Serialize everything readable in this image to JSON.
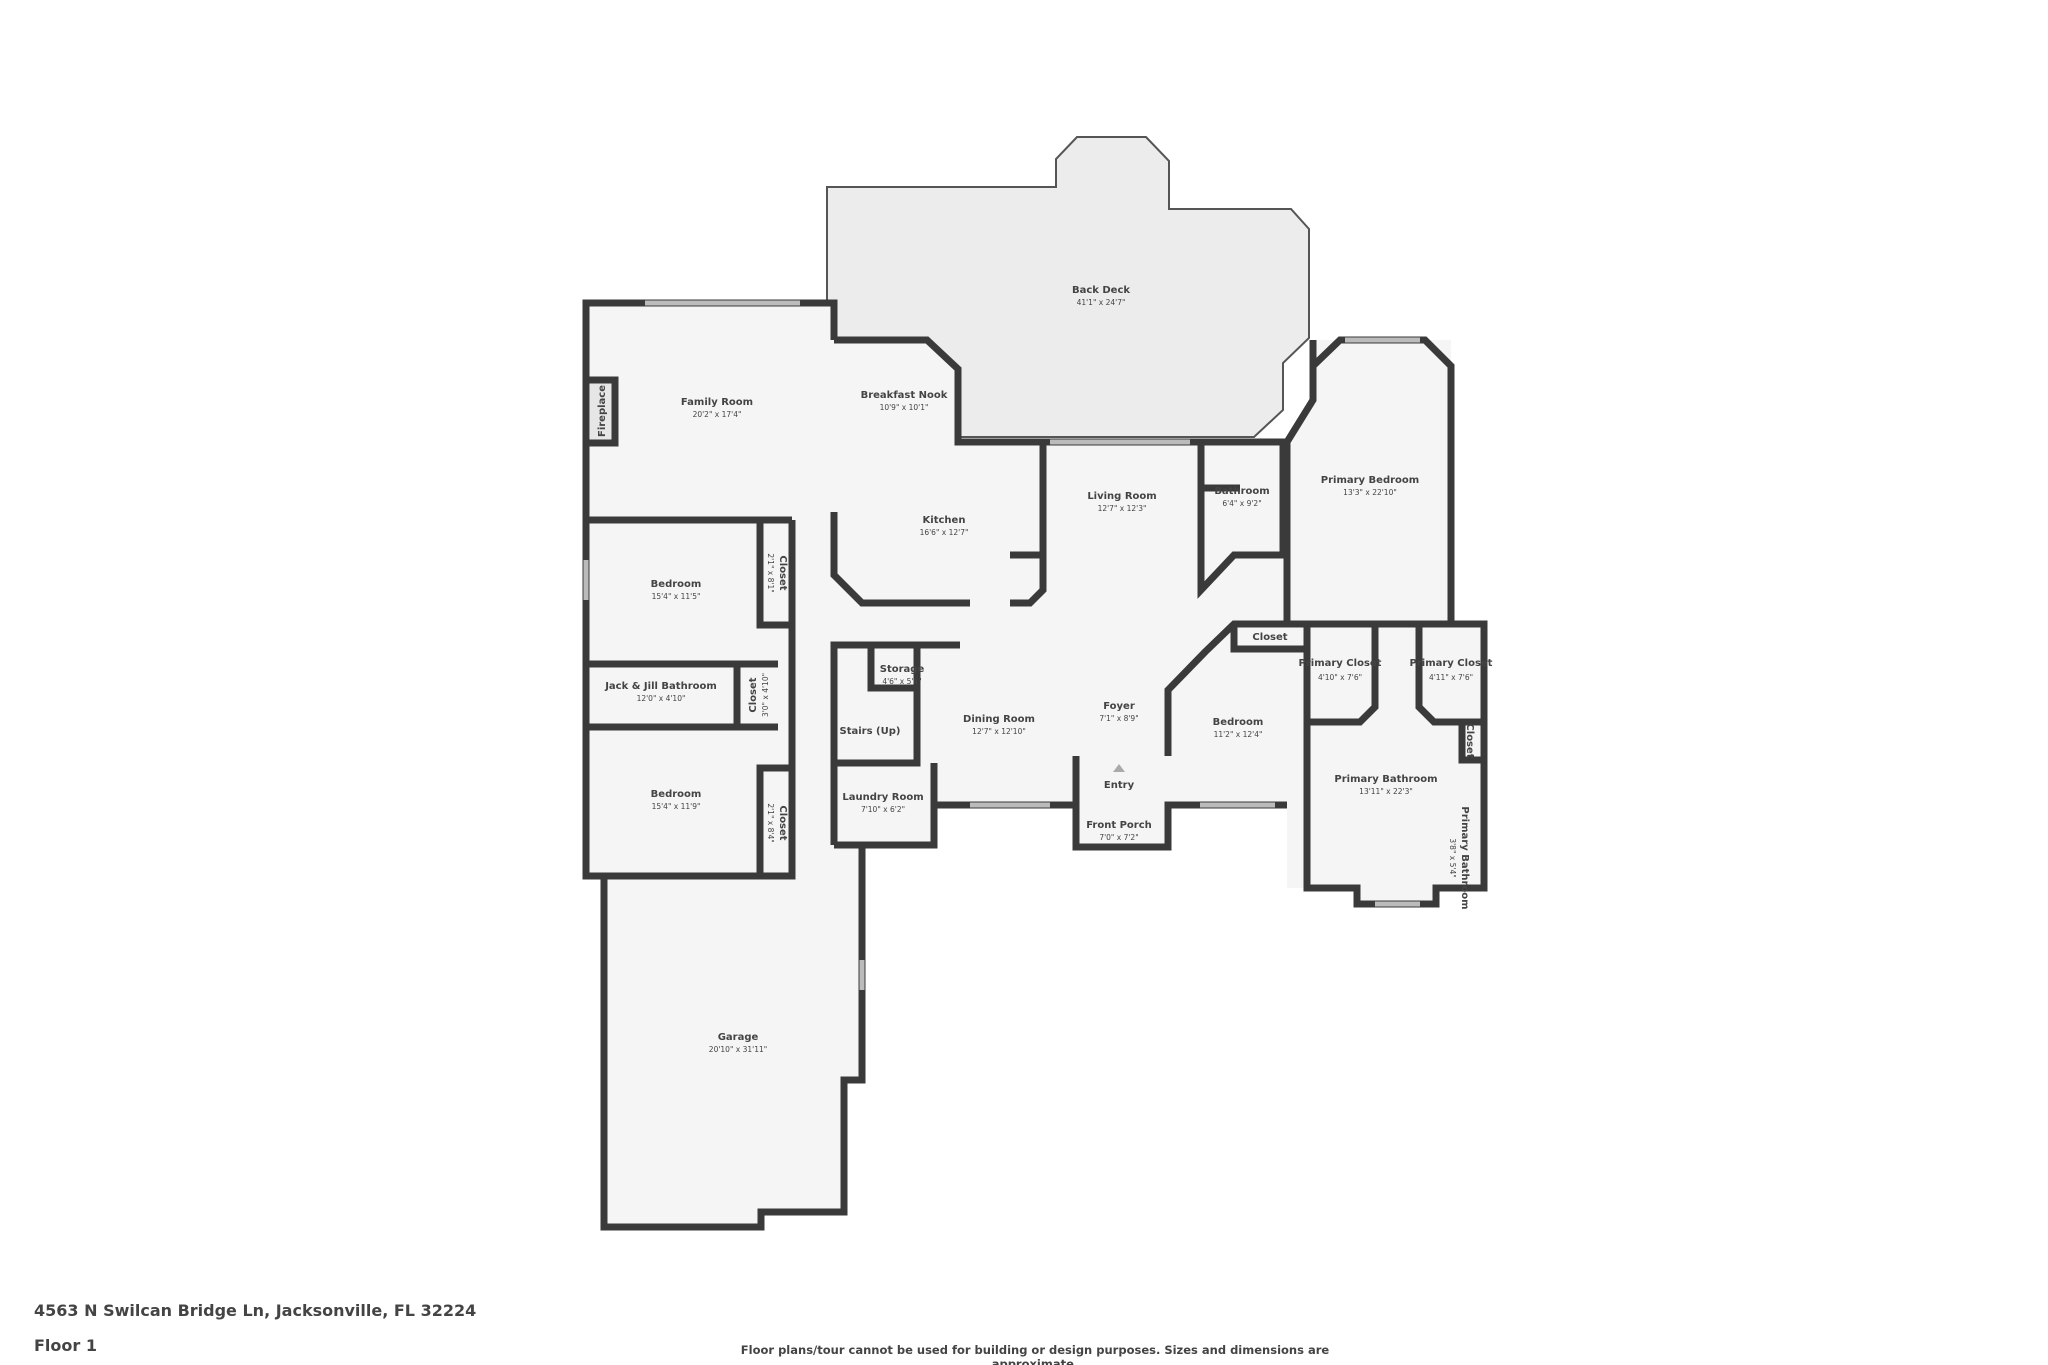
{
  "rooms": [
    {
      "name": "Back Deck",
      "dims": "41'1\" x 24'7\""
    },
    {
      "name": "Family Room",
      "dims": "20'2\" x 17'4\""
    },
    {
      "name": "Breakfast Nook",
      "dims": "10'9\" x 10'1\""
    },
    {
      "name": "Kitchen",
      "dims": "16'6\" x 12'7\""
    },
    {
      "name": "Living Room",
      "dims": "12'7\" x 12'3\""
    },
    {
      "name": "Bathroom",
      "dims": "6'4\" x 9'2\""
    },
    {
      "name": "Primary Bedroom",
      "dims": "13'3\" x 22'10\""
    },
    {
      "name": "Bedroom",
      "dims": "15'4\" x 11'5\""
    },
    {
      "name": "Closet",
      "dims": "2'1\" x 8'1\""
    },
    {
      "name": "Jack & Jill Bathroom",
      "dims": "12'0\" x 4'10\""
    },
    {
      "name": "Closet",
      "dims": "3'0\" x 4'10\""
    },
    {
      "name": "Stairs (Up)",
      "dims": ""
    },
    {
      "name": "Storage",
      "dims": "4'6\" x 5'4\""
    },
    {
      "name": "Dining Room",
      "dims": "12'7\" x 12'10\""
    },
    {
      "name": "Foyer",
      "dims": "7'1\" x 8'9\""
    },
    {
      "name": "Entry",
      "dims": ""
    },
    {
      "name": "Front Porch",
      "dims": "7'0\" x 7'2\""
    },
    {
      "name": "Bedroom",
      "dims": "11'2\" x 12'4\""
    },
    {
      "name": "Closet",
      "dims": ""
    },
    {
      "name": "Primary Closet",
      "dims": "4'10\" x 7'6\""
    },
    {
      "name": "Primary Closet",
      "dims": "4'11\" x 7'6\""
    },
    {
      "name": "Closet",
      "dims": ""
    },
    {
      "name": "Primary Bathroom",
      "dims": "13'11\" x 22'3\""
    },
    {
      "name": "Primary Bathroom",
      "dims": "3'8\" x 5'4\""
    },
    {
      "name": "Laundry Room",
      "dims": "7'10\" x 6'2\""
    },
    {
      "name": "Bedroom",
      "dims": "15'4\" x 11'9\""
    },
    {
      "name": "Closet",
      "dims": "2'1\" x 8'4\""
    },
    {
      "name": "Fireplace",
      "dims": ""
    },
    {
      "name": "Garage",
      "dims": "20'10\" x 31'11\""
    }
  ],
  "footer": {
    "address": "4563 N Swilcan Bridge Ln, Jacksonville, FL 32224",
    "floor": "Floor 1",
    "disclaimer": "Floor plans/tour cannot be used for building or design purposes. Sizes and dimensions are approximate."
  },
  "colors": {
    "wall": "#3a3a3a",
    "floor": "#f5f5f5",
    "text": "#444444"
  }
}
